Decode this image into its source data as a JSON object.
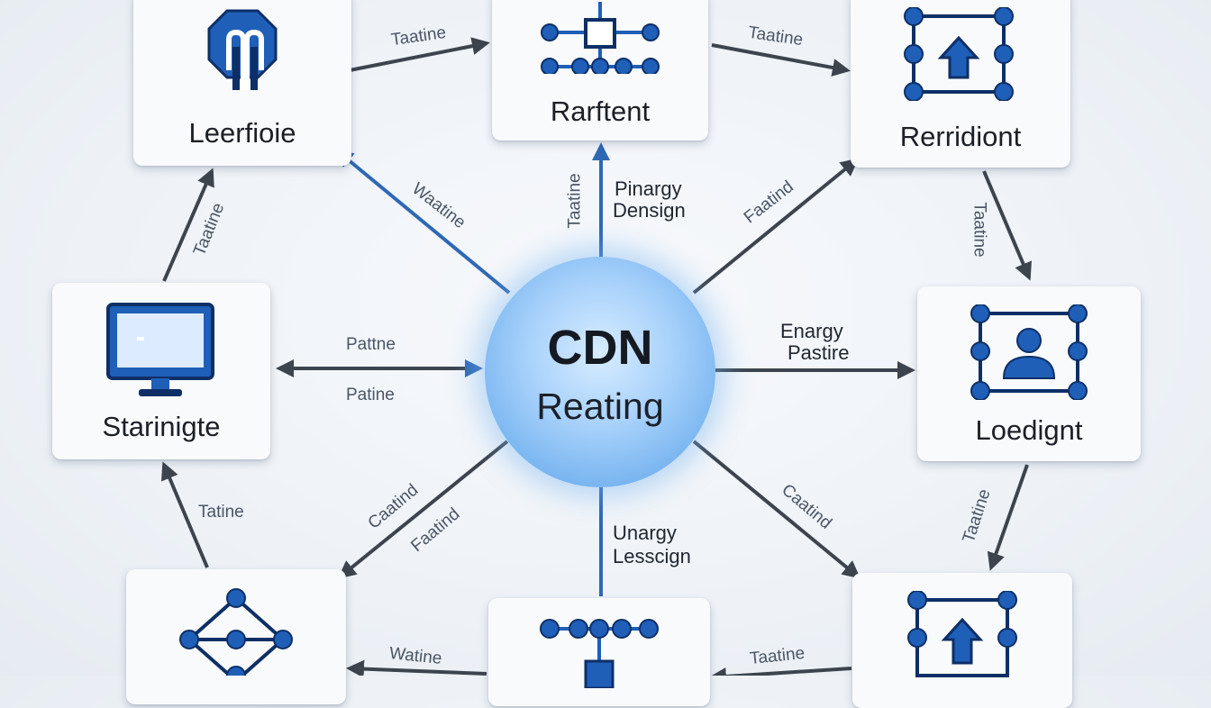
{
  "hub": {
    "title": "CDN",
    "subtitle": "Reating"
  },
  "nodes": {
    "top_left": {
      "label": "Leerfioie",
      "icon": "security-shield-icon"
    },
    "top_center": {
      "label": "Rarftent",
      "icon": "network-tree-icon"
    },
    "top_right": {
      "label": "Rerridiont",
      "icon": "upload-node-icon"
    },
    "middle_left": {
      "label": "Starinigte",
      "icon": "monitor-icon"
    },
    "middle_right": {
      "label": "Loedignt",
      "icon": "user-node-icon"
    },
    "bottom_left": {
      "label": "",
      "icon": "diamond-network-icon"
    },
    "bottom_center": {
      "label": "",
      "icon": "network-tree-icon"
    },
    "bottom_right": {
      "label": "",
      "icon": "upload-node-icon"
    }
  },
  "edge_labels": {
    "top_left_to_center": "Taatine",
    "top_center_to_right": "Taatine",
    "hub_to_top_left": "Waatine",
    "hub_to_top_center": "Taatine",
    "hub_to_top_right": "Faatind",
    "right_to_middle_right": "Taatine",
    "hub_to_middle_right_line1": "Enargy",
    "hub_to_middle_right_line2": "Pastire",
    "hub_middle_left_upper": "Pattne",
    "hub_middle_left_lower": "Patine",
    "middle_left_to_top_left": "Taatine",
    "bottom_left_to_middle_left": "Tatine",
    "hub_to_bottom_left_1": "Caatind",
    "hub_to_bottom_left_2": "Faatind",
    "hub_to_bottom_right": "Caatind",
    "middle_right_to_bottom_right": "Taatine",
    "bottom_center_to_left": "Watine",
    "bottom_right_to_center": "Taatine",
    "top_spoke_line1": "Pinargy",
    "top_spoke_line2": "Densign",
    "bottom_spoke_line1": "Unargy",
    "bottom_spoke_line2": "Lesscign"
  },
  "colors": {
    "icon_blue": "#1f5fb8",
    "icon_dark": "#0e2f66",
    "arrow_gray": "#3d444e",
    "arrow_blue": "#2f68b4",
    "hub_blue": "#79b5f0"
  }
}
